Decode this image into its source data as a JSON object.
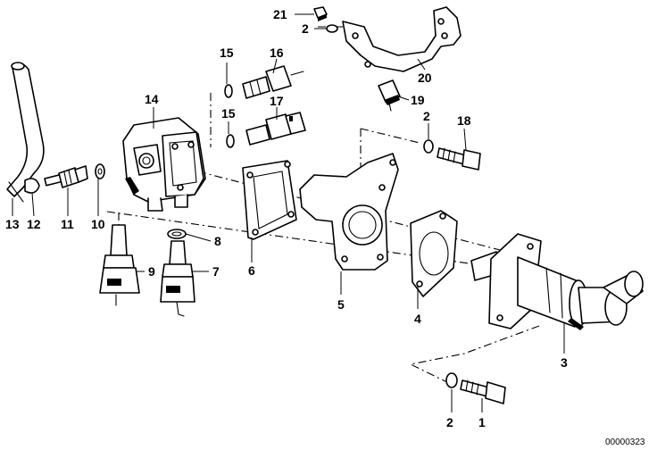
{
  "callouts": [
    {
      "id": "c21",
      "text": "21"
    },
    {
      "id": "c2a",
      "text": "2"
    },
    {
      "id": "c20",
      "text": "20"
    },
    {
      "id": "c19",
      "text": "19"
    },
    {
      "id": "c15a",
      "text": "15"
    },
    {
      "id": "c16",
      "text": "16"
    },
    {
      "id": "c17",
      "text": "17"
    },
    {
      "id": "c15b",
      "text": "15"
    },
    {
      "id": "c14",
      "text": "14"
    },
    {
      "id": "c2b",
      "text": "2"
    },
    {
      "id": "c18",
      "text": "18"
    },
    {
      "id": "c13",
      "text": "13"
    },
    {
      "id": "c12",
      "text": "12"
    },
    {
      "id": "c11",
      "text": "11"
    },
    {
      "id": "c10",
      "text": "10"
    },
    {
      "id": "c8",
      "text": "8"
    },
    {
      "id": "c9",
      "text": "9"
    },
    {
      "id": "c7",
      "text": "7"
    },
    {
      "id": "c6",
      "text": "6"
    },
    {
      "id": "c5",
      "text": "5"
    },
    {
      "id": "c4",
      "text": "4"
    },
    {
      "id": "c3",
      "text": "3"
    },
    {
      "id": "c2c",
      "text": "2"
    },
    {
      "id": "c1",
      "text": "1"
    }
  ],
  "diagram_code": "00000323"
}
